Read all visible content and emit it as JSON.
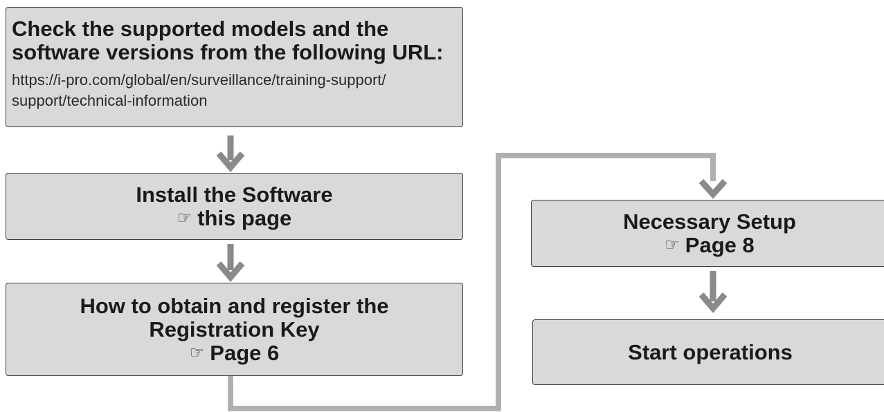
{
  "step_check": {
    "title_line1": "Check the supported models and the",
    "title_line2": "software versions from the following URL:",
    "url_line1": "https://i-pro.com/global/en/surveillance/training-support/",
    "url_line2": "support/technical-information"
  },
  "step_install": {
    "title": "Install the Software",
    "ref_icon": "pointing-hand-icon",
    "ref_text": "this page"
  },
  "step_register": {
    "title_line1": "How to obtain and register the",
    "title_line2": "Registration Key",
    "ref_icon": "pointing-hand-icon",
    "ref_text": "Page 6"
  },
  "step_setup": {
    "title": "Necessary Setup",
    "ref_icon": "pointing-hand-icon",
    "ref_text": "Page 8"
  },
  "step_start": {
    "title": "Start operations"
  },
  "colors": {
    "box_fill": "#d9d9d9",
    "box_border": "#3c3c3c",
    "arrow": "#8a8a8a",
    "connector": "#b0b0b0"
  }
}
